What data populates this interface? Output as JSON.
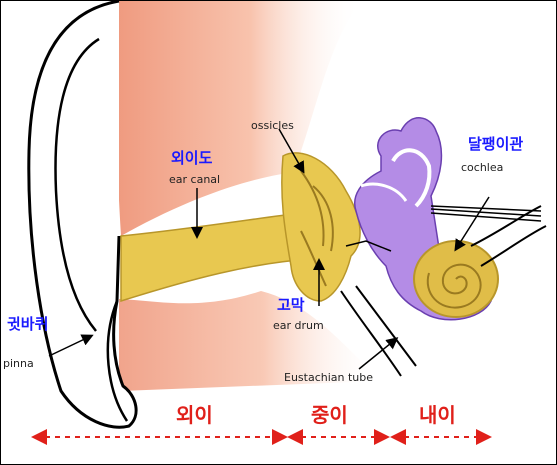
{
  "labels": {
    "pinna_ko": "귓바퀴",
    "pinna_en": "pinna",
    "ear_canal_ko": "외이도",
    "ear_canal_en": "ear canal",
    "ossicles_en": "ossicles",
    "cochlea_ko": "달팽이관",
    "cochlea_en": "cochlea",
    "ear_drum_ko": "고막",
    "ear_drum_en": "ear drum",
    "eustachian_en": "Eustachian tube"
  },
  "sections": {
    "outer": "외이",
    "middle": "중이",
    "inner": "내이"
  },
  "colors": {
    "skin": "#f4a58a",
    "canal": "#e8c850",
    "cochlea": "#b48ce6",
    "korean_label": "#1a1aff",
    "section_label": "#e0201a",
    "arrow": "#e0201a"
  }
}
